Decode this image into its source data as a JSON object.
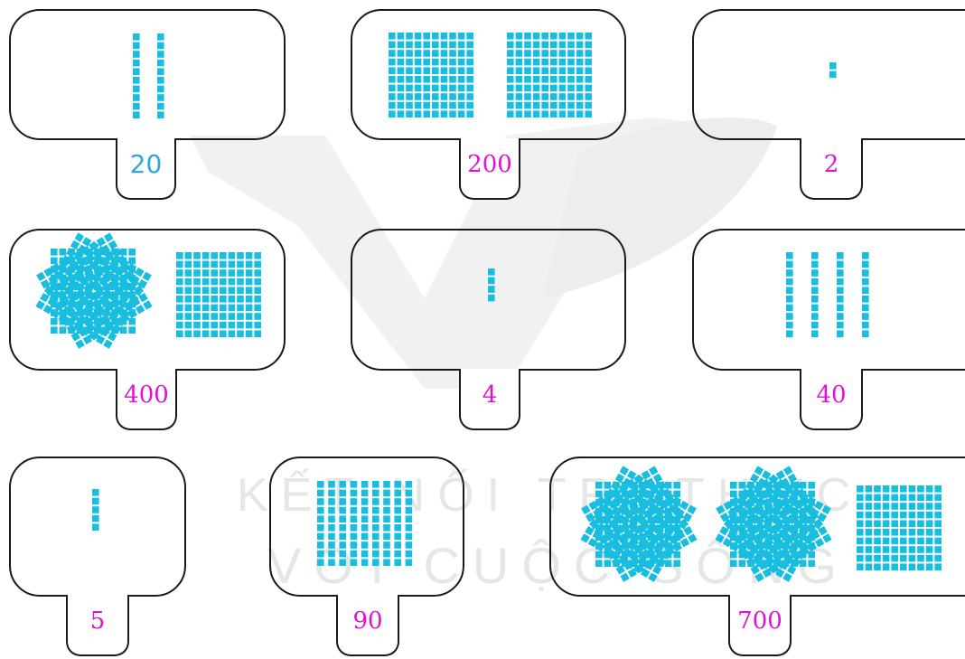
{
  "colors": {
    "block": "#19bde0",
    "number_default": "#e010d8",
    "number_first": "#2fa6e2",
    "watermark": "#d2d2d2"
  },
  "watermark": {
    "line1": "KẾT NỐI TRI THỨC",
    "line2": "VỚI CUỘC SỐNG"
  },
  "cards": [
    {
      "label": "20",
      "hundreds": 0,
      "tens": 2,
      "ones": 0
    },
    {
      "label": "200",
      "hundreds": 2,
      "tens": 0,
      "ones": 0
    },
    {
      "label": "2",
      "hundreds": 0,
      "tens": 0,
      "ones": 2
    },
    {
      "label": "400",
      "hundreds": 4,
      "tens": 0,
      "ones": 0
    },
    {
      "label": "4",
      "hundreds": 0,
      "tens": 0,
      "ones": 4
    },
    {
      "label": "40",
      "hundreds": 0,
      "tens": 4,
      "ones": 0
    },
    {
      "label": "5",
      "hundreds": 0,
      "tens": 0,
      "ones": 5
    },
    {
      "label": "90",
      "hundreds": 0,
      "tens": 9,
      "ones": 0
    },
    {
      "label": "700",
      "hundreds": 7,
      "tens": 0,
      "ones": 0
    }
  ]
}
